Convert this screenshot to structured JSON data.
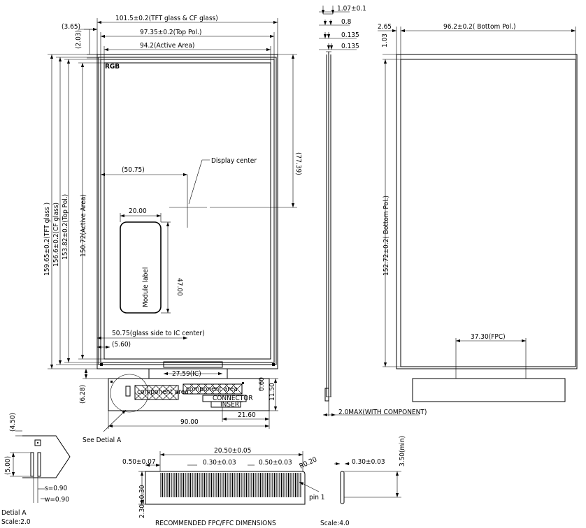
{
  "front": {
    "dim_tft_glass": "101.5±0.2(TFT glass & CF glass)",
    "dim_top_pol": "97.35±0.2(Top Pol.)",
    "dim_active_area": "94.2(Active Area)",
    "dim_offset_x": "(3.65)",
    "dim_offset_y": "(2.03)",
    "rgb_label": "RGB",
    "dim_center_x": "(50.75)",
    "dim_center_y": "(77.39)",
    "display_center": "Display center",
    "dim_label_width": "20.00",
    "dim_label_height": "47.00",
    "module_label": "Module label",
    "v_tft": "159.65±0.2(TFT glass )",
    "v_cf": "156.6±0.2(CF glass)",
    "v_top_pol": "153.82±0.2(Top Pol.)",
    "v_active": "150.72(Active Area)",
    "dim_ic_center": "50.75(glass side to IC center)",
    "dim_560": "(5.60)",
    "dim_ic": "27.59(IC)",
    "dim_628": "(6.28)",
    "component_area": "component area",
    "connector": "CONNECTOR",
    "insert": "INSERT",
    "dim_060": "0.60",
    "dim_1150": "11.50",
    "dim_2160": "21.60",
    "dim_90": "90.00",
    "see_detail": "See Detial A"
  },
  "side": {
    "dim_thick": "1.07±0.1",
    "dim_08": "0.8",
    "dim_0135a": "0.135",
    "dim_0135b": "0.135",
    "dim_2max": "2.0MAX(WITH COMPONENT)"
  },
  "back": {
    "dim_265": "2.65",
    "dim_width": "96.2±0.2( Bottom Pol.)",
    "dim_103": "1.03",
    "dim_height": "152.72±0.2( Bottom Pol.)",
    "dim_fpc": "37.30(FPC)"
  },
  "detail": {
    "dim_450": "(4.50)",
    "dim_500": "(5.00)",
    "dim_s": "s=0.90",
    "dim_w": "w=0.90",
    "title": "Detial A",
    "scale": "Scale:2.0"
  },
  "fpc": {
    "dim_total": "20.50±0.05",
    "dim_edge": "0.50±0.07",
    "dim_pitch": "0.30±0.03",
    "dim_lead": "0.50±0.03",
    "dim_r": "R0.20",
    "dim_thickness": "0.30±0.03",
    "dim_min": "3.50(min)",
    "dim_length": "2.30±0.30",
    "pin1": "pin 1",
    "title": "RECOMMENDED FPC/FFC DIMENSIONS",
    "scale": "Scale:4.0"
  }
}
